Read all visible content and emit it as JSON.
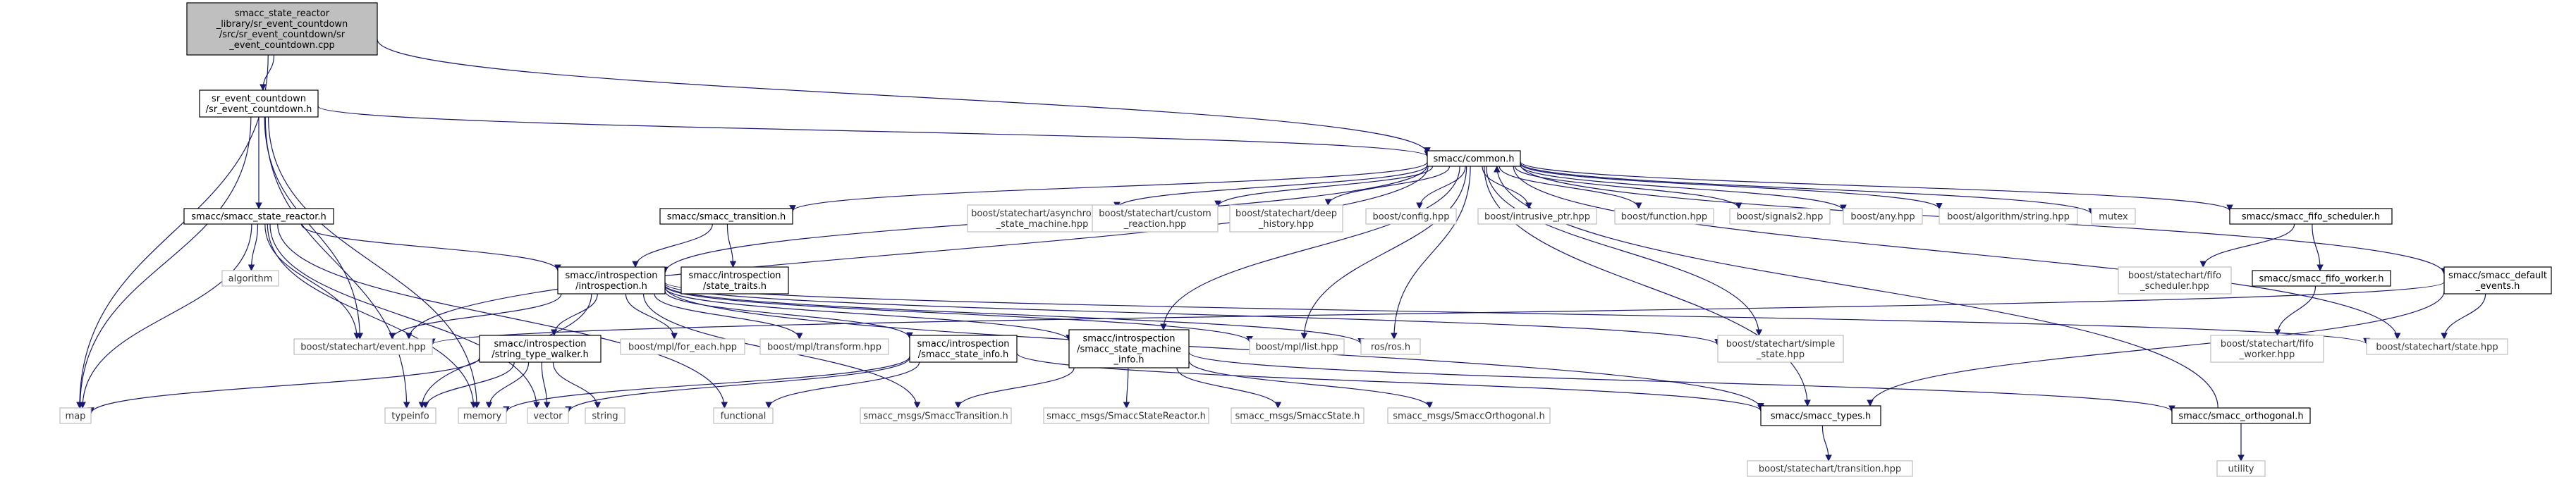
{
  "colors": {
    "edge": "#191970",
    "root_fill": "#bfbfbf",
    "project_border": "#000000",
    "external_border": "#bfbfbf"
  },
  "nodes": [
    {
      "id": "root",
      "kind": "root",
      "lines": [
        "smacc_state_reactor",
        "_library/sr_event_countdown",
        "/src/sr_event_countdown/sr",
        "_event_countdown.cpp"
      ]
    },
    {
      "id": "sr_event_countdown_h",
      "kind": "project",
      "lines": [
        "sr_event_countdown",
        "/sr_event_countdown.h"
      ]
    },
    {
      "id": "common_h",
      "kind": "project",
      "lines": [
        "smacc/common.h"
      ]
    },
    {
      "id": "state_reactor_h",
      "kind": "project",
      "lines": [
        "smacc/smacc_state_reactor.h"
      ]
    },
    {
      "id": "transition_h",
      "kind": "project",
      "lines": [
        "smacc/smacc_transition.h"
      ]
    },
    {
      "id": "async_sm_hpp",
      "kind": "external",
      "lines": [
        "boost/statechart/asynchronous",
        "_state_machine.hpp"
      ]
    },
    {
      "id": "custom_reaction_hpp",
      "kind": "external",
      "lines": [
        "boost/statechart/custom",
        "_reaction.hpp"
      ]
    },
    {
      "id": "deep_history_hpp",
      "kind": "external",
      "lines": [
        "boost/statechart/deep",
        "_history.hpp"
      ]
    },
    {
      "id": "config_hpp",
      "kind": "external",
      "lines": [
        "boost/config.hpp"
      ]
    },
    {
      "id": "intrusive_ptr_hpp",
      "kind": "external",
      "lines": [
        "boost/intrusive_ptr.hpp"
      ]
    },
    {
      "id": "function_hpp",
      "kind": "external",
      "lines": [
        "boost/function.hpp"
      ]
    },
    {
      "id": "signals2_hpp",
      "kind": "external",
      "lines": [
        "boost/signals2.hpp"
      ]
    },
    {
      "id": "any_hpp",
      "kind": "external",
      "lines": [
        "boost/any.hpp"
      ]
    },
    {
      "id": "algorithm_string_hpp",
      "kind": "external",
      "lines": [
        "boost/algorithm/string.hpp"
      ]
    },
    {
      "id": "mutex",
      "kind": "external",
      "lines": [
        "mutex"
      ]
    },
    {
      "id": "fifo_scheduler_h",
      "kind": "project",
      "lines": [
        "smacc/smacc_fifo_scheduler.h"
      ]
    },
    {
      "id": "algorithm",
      "kind": "external",
      "lines": [
        "algorithm"
      ]
    },
    {
      "id": "introspection_h",
      "kind": "project",
      "lines": [
        "smacc/introspection",
        "/introspection.h"
      ]
    },
    {
      "id": "state_traits_h",
      "kind": "project",
      "lines": [
        "smacc/introspection",
        "/state_traits.h"
      ]
    },
    {
      "id": "sc_fifo_scheduler_hpp",
      "kind": "external",
      "lines": [
        "boost/statechart/fifo",
        "_scheduler.hpp"
      ]
    },
    {
      "id": "fifo_worker_h",
      "kind": "project",
      "lines": [
        "smacc/smacc_fifo_worker.h"
      ]
    },
    {
      "id": "default_events_h",
      "kind": "project",
      "lines": [
        "smacc/smacc_default",
        "_events.h"
      ]
    },
    {
      "id": "event_hpp",
      "kind": "external",
      "lines": [
        "boost/statechart/event.hpp"
      ]
    },
    {
      "id": "string_type_walker_h",
      "kind": "project",
      "lines": [
        "smacc/introspection",
        "/string_type_walker.h"
      ]
    },
    {
      "id": "for_each_hpp",
      "kind": "external",
      "lines": [
        "boost/mpl/for_each.hpp"
      ]
    },
    {
      "id": "transform_hpp",
      "kind": "external",
      "lines": [
        "boost/mpl/transform.hpp"
      ]
    },
    {
      "id": "smacc_state_info_h",
      "kind": "project",
      "lines": [
        "smacc/introspection",
        "/smacc_state_info.h"
      ]
    },
    {
      "id": "smacc_sm_info_h",
      "kind": "project",
      "lines": [
        "smacc/introspection",
        "/smacc_state_machine",
        "_info.h"
      ]
    },
    {
      "id": "mpl_list_hpp",
      "kind": "external",
      "lines": [
        "boost/mpl/list.hpp"
      ]
    },
    {
      "id": "ros_h",
      "kind": "external",
      "lines": [
        "ros/ros.h"
      ]
    },
    {
      "id": "simple_state_hpp",
      "kind": "external",
      "lines": [
        "boost/statechart/simple",
        "_state.hpp"
      ]
    },
    {
      "id": "sc_fifo_worker_hpp",
      "kind": "external",
      "lines": [
        "boost/statechart/fifo",
        "_worker.hpp"
      ]
    },
    {
      "id": "state_hpp",
      "kind": "external",
      "lines": [
        "boost/statechart/state.hpp"
      ]
    },
    {
      "id": "map",
      "kind": "external",
      "lines": [
        "map"
      ]
    },
    {
      "id": "typeinfo",
      "kind": "external",
      "lines": [
        "typeinfo"
      ]
    },
    {
      "id": "memory",
      "kind": "external",
      "lines": [
        "memory"
      ]
    },
    {
      "id": "vector",
      "kind": "external",
      "lines": [
        "vector"
      ]
    },
    {
      "id": "string",
      "kind": "external",
      "lines": [
        "string"
      ]
    },
    {
      "id": "functional",
      "kind": "external",
      "lines": [
        "functional"
      ]
    },
    {
      "id": "msg_transition_h",
      "kind": "external",
      "lines": [
        "smacc_msgs/SmaccTransition.h"
      ]
    },
    {
      "id": "msg_state_reactor_h",
      "kind": "external",
      "lines": [
        "smacc_msgs/SmaccStateReactor.h"
      ]
    },
    {
      "id": "msg_state_h",
      "kind": "external",
      "lines": [
        "smacc_msgs/SmaccState.h"
      ]
    },
    {
      "id": "msg_orthogonal_h",
      "kind": "external",
      "lines": [
        "smacc_msgs/SmaccOrthogonal.h"
      ]
    },
    {
      "id": "smacc_types_h",
      "kind": "project",
      "lines": [
        "smacc/smacc_types.h"
      ]
    },
    {
      "id": "smacc_orthogonal_h",
      "kind": "project",
      "lines": [
        "smacc/smacc_orthogonal.h"
      ]
    },
    {
      "id": "transition_hpp",
      "kind": "external",
      "lines": [
        "boost/statechart/transition.hpp"
      ]
    },
    {
      "id": "utility",
      "kind": "external",
      "lines": [
        "utility"
      ]
    }
  ]
}
